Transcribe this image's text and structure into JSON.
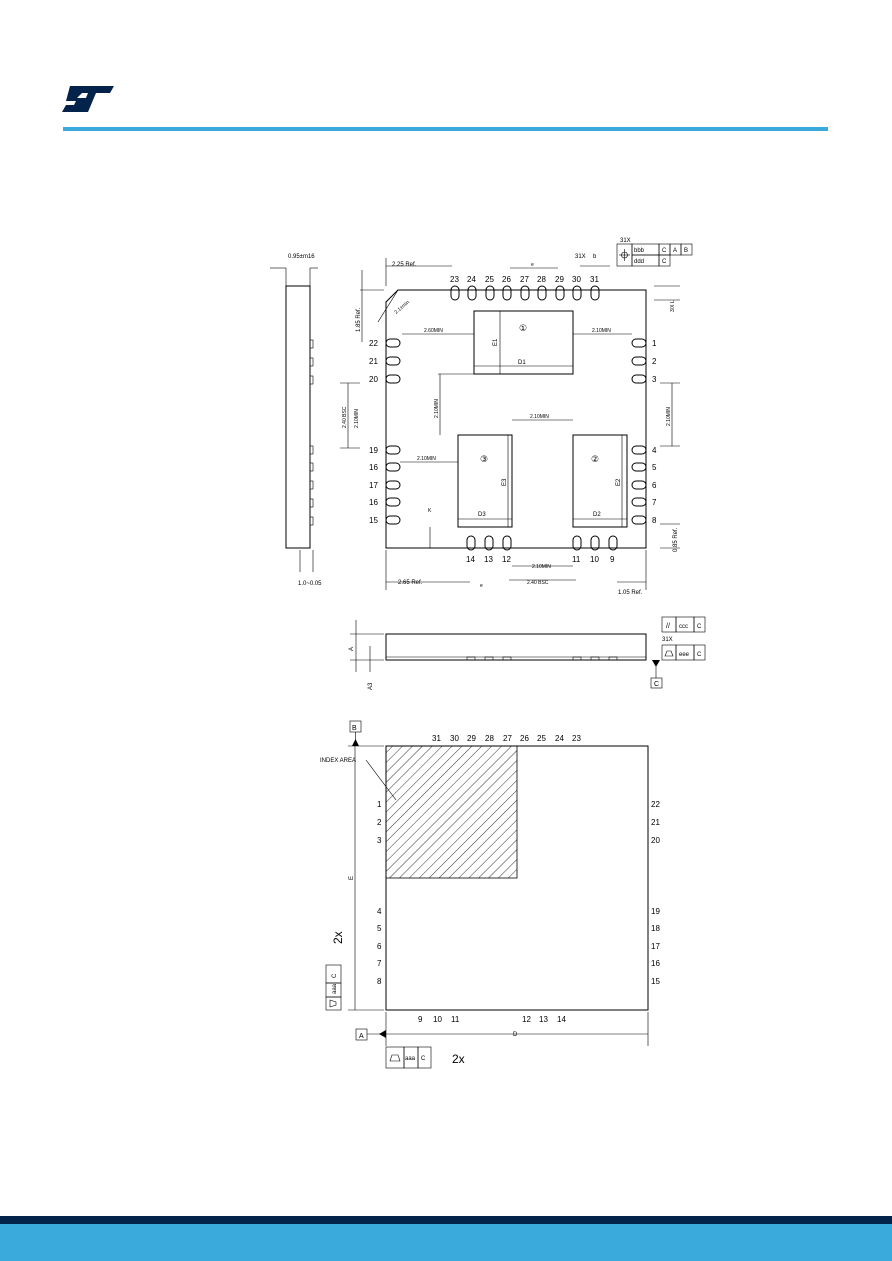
{
  "brand": {
    "logo_icon": "st-logo",
    "accent": "#3aa9dc",
    "dark_band": "#03234b"
  },
  "side_view": {
    "thickness_label": "0.95±m16",
    "lead_pitch_label": "1.0~0.05"
  },
  "top_view": {
    "dims": {
      "ref_225": "2.25 Ref.",
      "ref_185": "1.85 Ref.",
      "ref_265": "2.65 Ref.",
      "ref_105": "1.05 Ref.",
      "ref_085": "0.85 Ref.",
      "chamfer": "2.1±min",
      "min_260": "2.60MIN",
      "min_210_a": "2.10MIN",
      "min_210_b": "2.10MIN",
      "min_210_c": "2.10MIN",
      "min_210_d": "2.10MIN",
      "min_210_e": "2.10MIN",
      "min_210_f": "2.10MIN",
      "min_210_g": "2.10MIN",
      "bsc_240_left": "2.40 BSC",
      "bsc_240_bottom": "2.40 BSC",
      "e": "e",
      "e_bottom": "e",
      "b_31x": "31X",
      "b": "b",
      "l_31x": "3/X  L",
      "k": "K"
    },
    "pads": {
      "pad1": {
        "num": "①",
        "d": "D1",
        "e": "E1"
      },
      "pad2": {
        "num": "②",
        "d": "D2",
        "e": "E2"
      },
      "pad3": {
        "num": "③",
        "d": "D3",
        "e": "E3"
      }
    },
    "pins_top": [
      "23",
      "24",
      "25",
      "26",
      "27",
      "28",
      "29",
      "30",
      "31"
    ],
    "pins_right": [
      "1",
      "2",
      "3",
      "4",
      "5",
      "6",
      "7",
      "8"
    ],
    "pins_left": [
      "22",
      "21",
      "20",
      "19",
      "16",
      "17",
      "16",
      "15"
    ],
    "pins_bottom": [
      "14",
      "13",
      "12",
      "11",
      "10",
      "9"
    ],
    "tolerance": {
      "label_31x": "31X",
      "bbb": "bbb",
      "ddd": "ddd",
      "c": "C",
      "a": "A",
      "b": "B"
    }
  },
  "section_view": {
    "a": "A",
    "a3": "A3",
    "ccc": "ccc",
    "eee": "eee",
    "c": "C",
    "label_31x": "31X",
    "datum_c": "C"
  },
  "bottom_view": {
    "datum_b": "B",
    "datum_a": "A",
    "index_area": "INDEX AREA",
    "e": "E",
    "d": "D",
    "two_x_left": "2x",
    "two_x_bottom": "2x",
    "aaa": "aaa",
    "c": "C",
    "pins_top": [
      "31",
      "30",
      "29",
      "28",
      "27",
      "26",
      "25",
      "24",
      "23"
    ],
    "pins_left": [
      "1",
      "2",
      "3",
      "4",
      "5",
      "6",
      "7",
      "8"
    ],
    "pins_right": [
      "22",
      "21",
      "20",
      "19",
      "18",
      "17",
      "16",
      "15"
    ],
    "pins_bottom_left": [
      "9",
      "10",
      "11"
    ],
    "pins_bottom_right": [
      "12",
      "13",
      "14"
    ]
  }
}
